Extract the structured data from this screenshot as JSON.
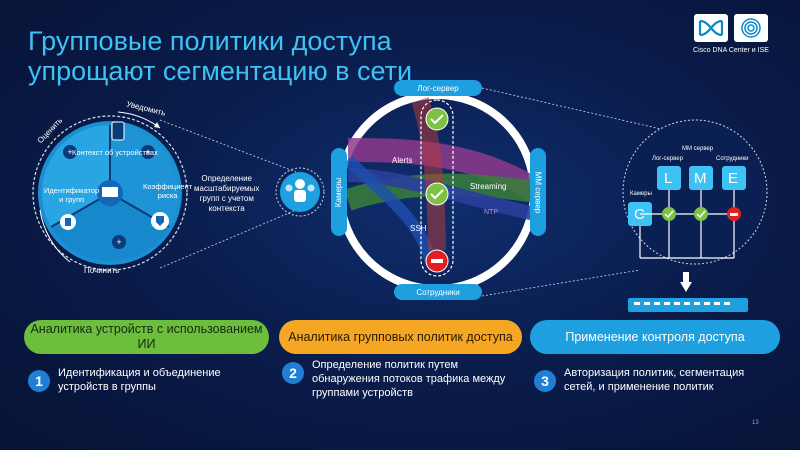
{
  "title_line1": "Групповые политики доступа",
  "title_line2": "упрощают сегментацию в сети",
  "brand_caption": "Cisco DNA Center и ISE",
  "left_circle": {
    "outer_uvedomit": "Уведомить",
    "outer_ocenit": "Оценить",
    "outer_pochinit": "Починить",
    "context": "Контекст об устройствах",
    "identify": "Идентификатор\nи групп",
    "risk": "Коэффициент\nриска"
  },
  "middle_text": "Определение\nмасштабируемых\nгрупп с учетом\nконтекста",
  "center": {
    "top_pill": "Лог-сервер",
    "bottom_pill": "Сотрудники",
    "left_pill": "Камеры",
    "right_pill": "ММ сервер",
    "alerts": "Alerts",
    "streaming": "Streaming",
    "ssh": "SSH",
    "ntp": "NTP"
  },
  "right_circle": {
    "mm_server": "ММ сервер",
    "log_server": "Лог-сервер",
    "employees": "Сотрудники",
    "cameras": "Камеры",
    "L": "L",
    "M": "M",
    "E": "E",
    "C": "C"
  },
  "bars": {
    "b1": "Аналитика устройств с использованием ИИ",
    "b2": "Аналитика групповых политик доступа",
    "b3": "Применение контроля доступа"
  },
  "steps": [
    {
      "num": "1",
      "text": "Идентификация и объединение устройств в группы"
    },
    {
      "num": "2",
      "text": "Определение политик путем обнаружения потоков трафика между группами устройств"
    },
    {
      "num": "3",
      "text": "Авторизация политик, сегментация сетей, и применение политик"
    }
  ],
  "page_number": "13",
  "colors": {
    "accent": "#3ec1f3",
    "green": "#6bbf3c",
    "orange": "#f5a623",
    "blue": "#1ea0e0",
    "red": "#e02020"
  }
}
